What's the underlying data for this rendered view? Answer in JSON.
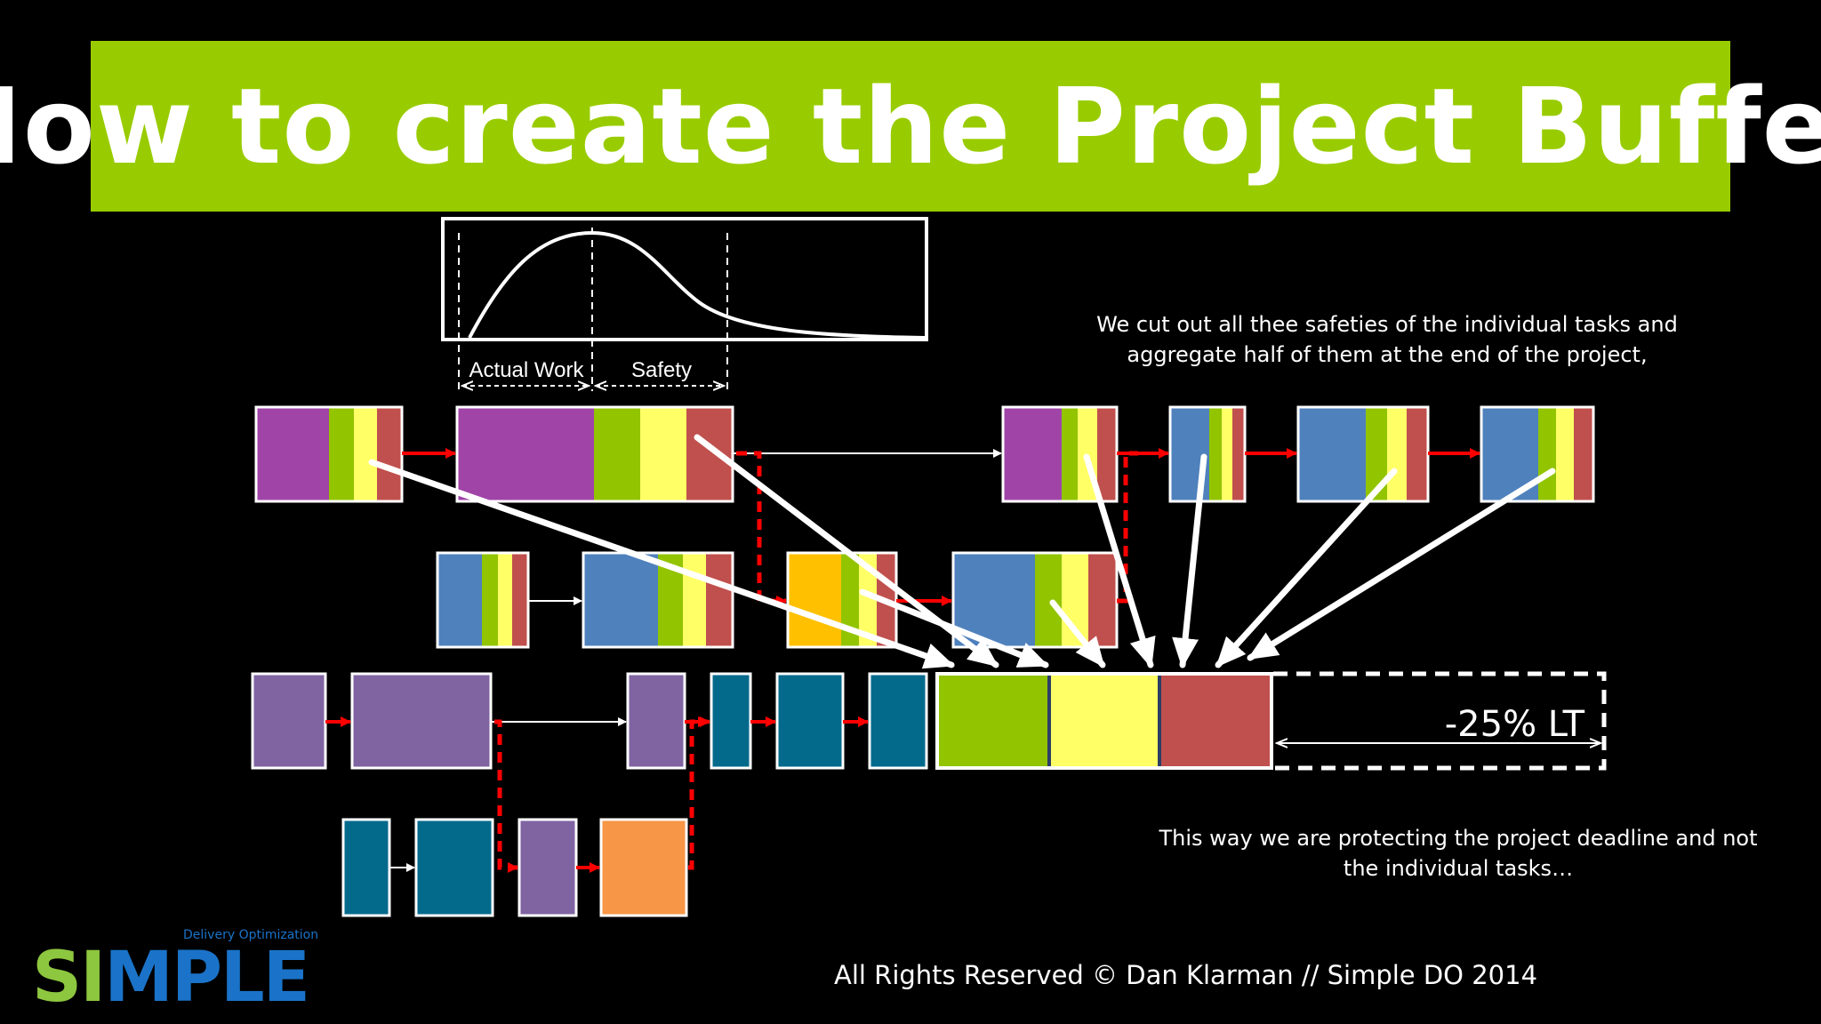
{
  "title": "How to create the Project Buffer",
  "labels": {
    "actual_work": "Actual Work",
    "safety": "Safety",
    "buffer_reduction": "-25% LT"
  },
  "notes": {
    "top": "We cut out all thee safeties of the individual tasks and aggregate half of them at the end of the project,",
    "bottom": "This way we are protecting the project deadline and not the individual tasks…"
  },
  "footer": {
    "copyright": "All Rights Reserved © Dan Klarman // Simple DO 2014"
  },
  "logo": {
    "word_green": "SI",
    "word_blue": "MPLE",
    "tagline": "Delivery Optimization"
  },
  "colors": {
    "title_bar": "#99cc00",
    "work_purple": "#a044a8",
    "work_blue": "#4f81bd",
    "work_orange_yellow": "#ffc000",
    "work_lavender": "#8064a2",
    "work_teal": "#046a8c",
    "work_orange": "#f79646",
    "safety_green": "#92c400",
    "safety_yellow": "#ffff66",
    "safety_red": "#c0504d",
    "dependency_red": "#ff0000"
  }
}
